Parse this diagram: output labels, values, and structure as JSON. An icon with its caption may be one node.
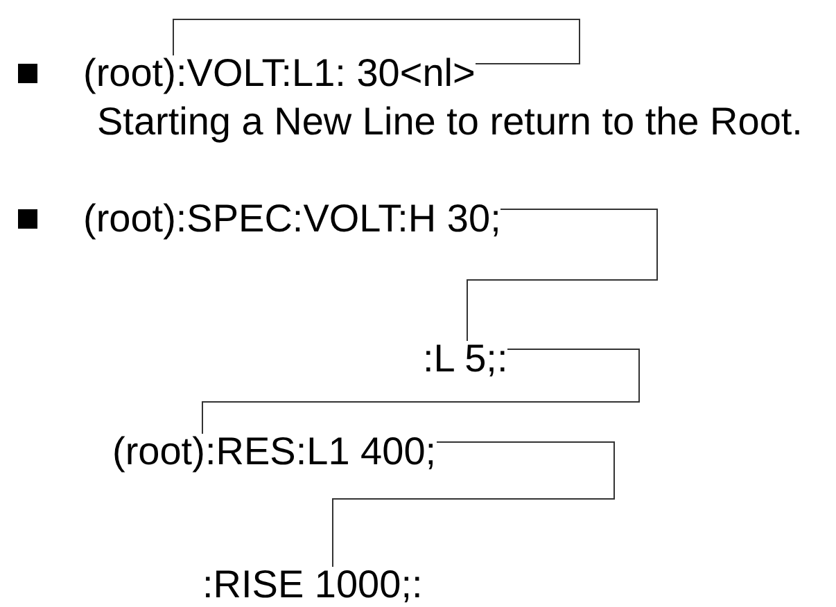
{
  "diagram": {
    "nodes": [
      {
        "text": [
          "(root)"
        ]
      },
      {
        "text": [
          ":VOLT:L1: 30<nl>"
        ]
      },
      {
        "text": [
          "(root):SPEC:VOLT:H 30;"
        ]
      },
      {
        "text": [
          ":L 5;:"
        ]
      },
      {
        "text": [
          "(root)"
        ]
      },
      {
        "text": [
          ":RES:L1 400;"
        ]
      },
      {
        "text": [
          ":RISE 1000;:"
        ]
      }
    ],
    "edges": [
      {
        "from": 1,
        "to": 0,
        "arrow": "none"
      },
      {
        "from": 2,
        "to": 3,
        "arrow": "none"
      },
      {
        "from": 3,
        "to": 4,
        "arrow": "none"
      },
      {
        "from": 5,
        "to": 6,
        "arrow": "none"
      }
    ],
    "labels": [
      "Starting a New Line to return to the Root."
    ]
  }
}
